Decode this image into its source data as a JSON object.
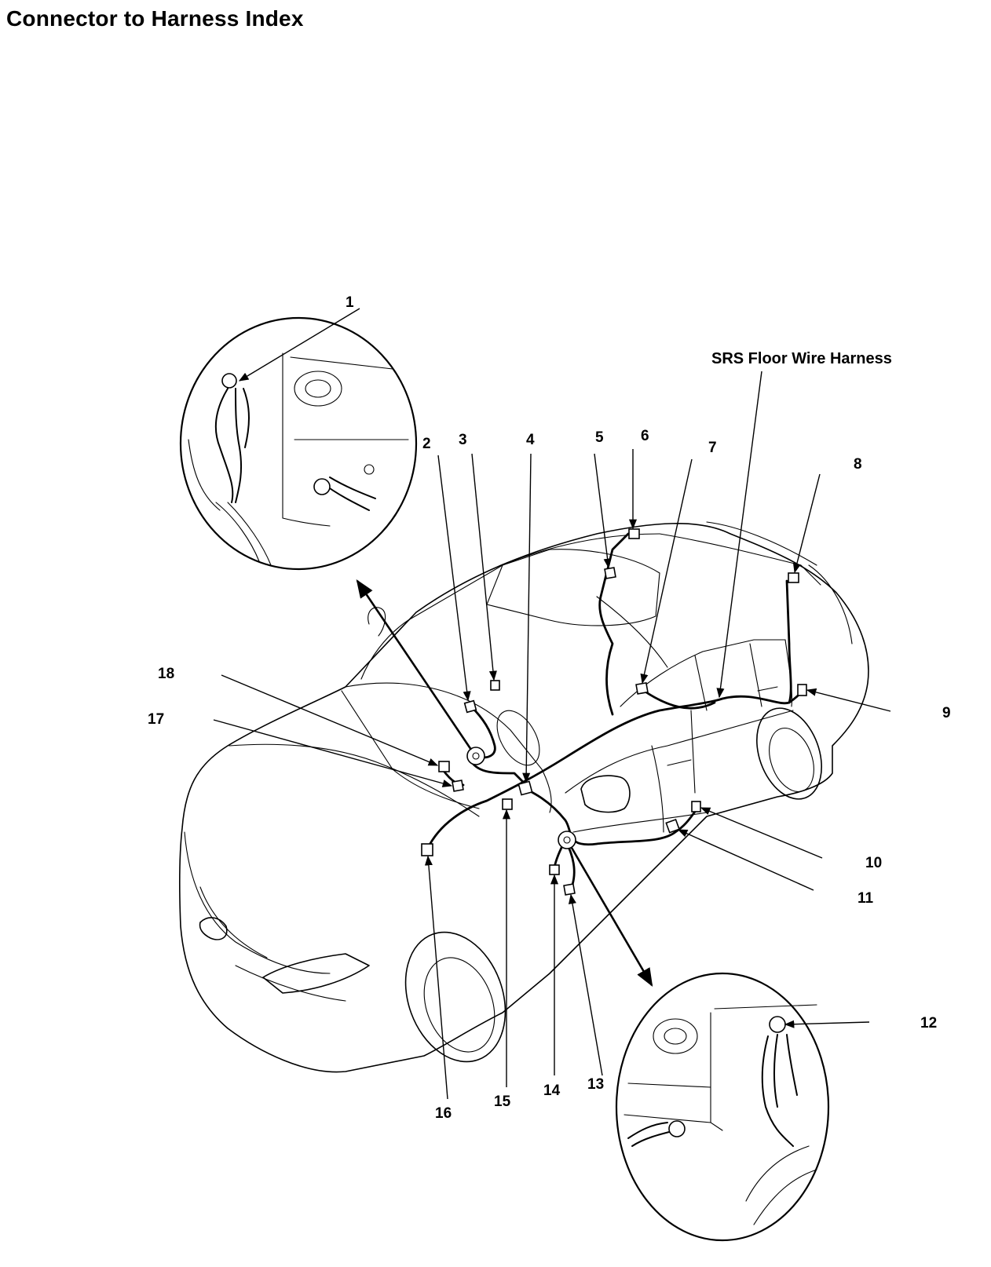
{
  "title": "Connector to Harness Index",
  "harness_label": "SRS Floor Wire Harness",
  "callouts": [
    "1",
    "2",
    "3",
    "4",
    "5",
    "6",
    "7",
    "8",
    "9",
    "10",
    "11",
    "12",
    "13",
    "14",
    "15",
    "16",
    "17",
    "18"
  ]
}
